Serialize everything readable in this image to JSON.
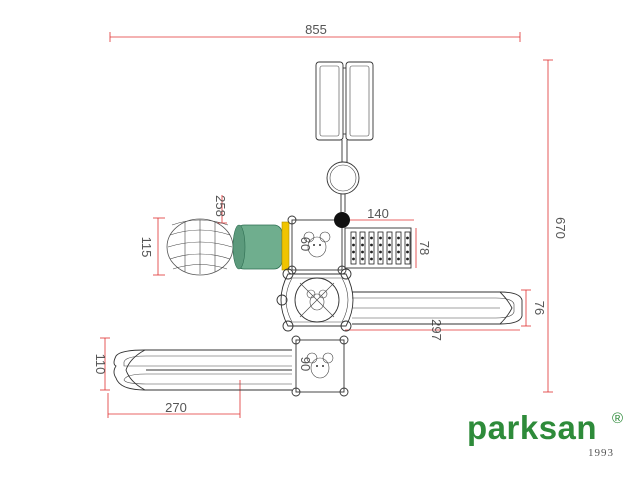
{
  "dimensions": {
    "total_width": "855",
    "total_height": "670",
    "tunnel_length": "258",
    "tunnel_width": "115",
    "climber_length": "140",
    "climber_width": "78",
    "slide_length": "297",
    "slide_width": "76",
    "double_slide_length": "270",
    "double_slide_width": "110",
    "tower_upper_height": "60",
    "tower_lower_height": "90"
  },
  "brand": {
    "name": "parksan",
    "registered": "®",
    "year": "1993",
    "color": "#2e8b3a"
  },
  "colors": {
    "dimension_line": "#e03030",
    "tunnel_fill": "#6fae8e",
    "tunnel_accent": "#f0c400"
  }
}
